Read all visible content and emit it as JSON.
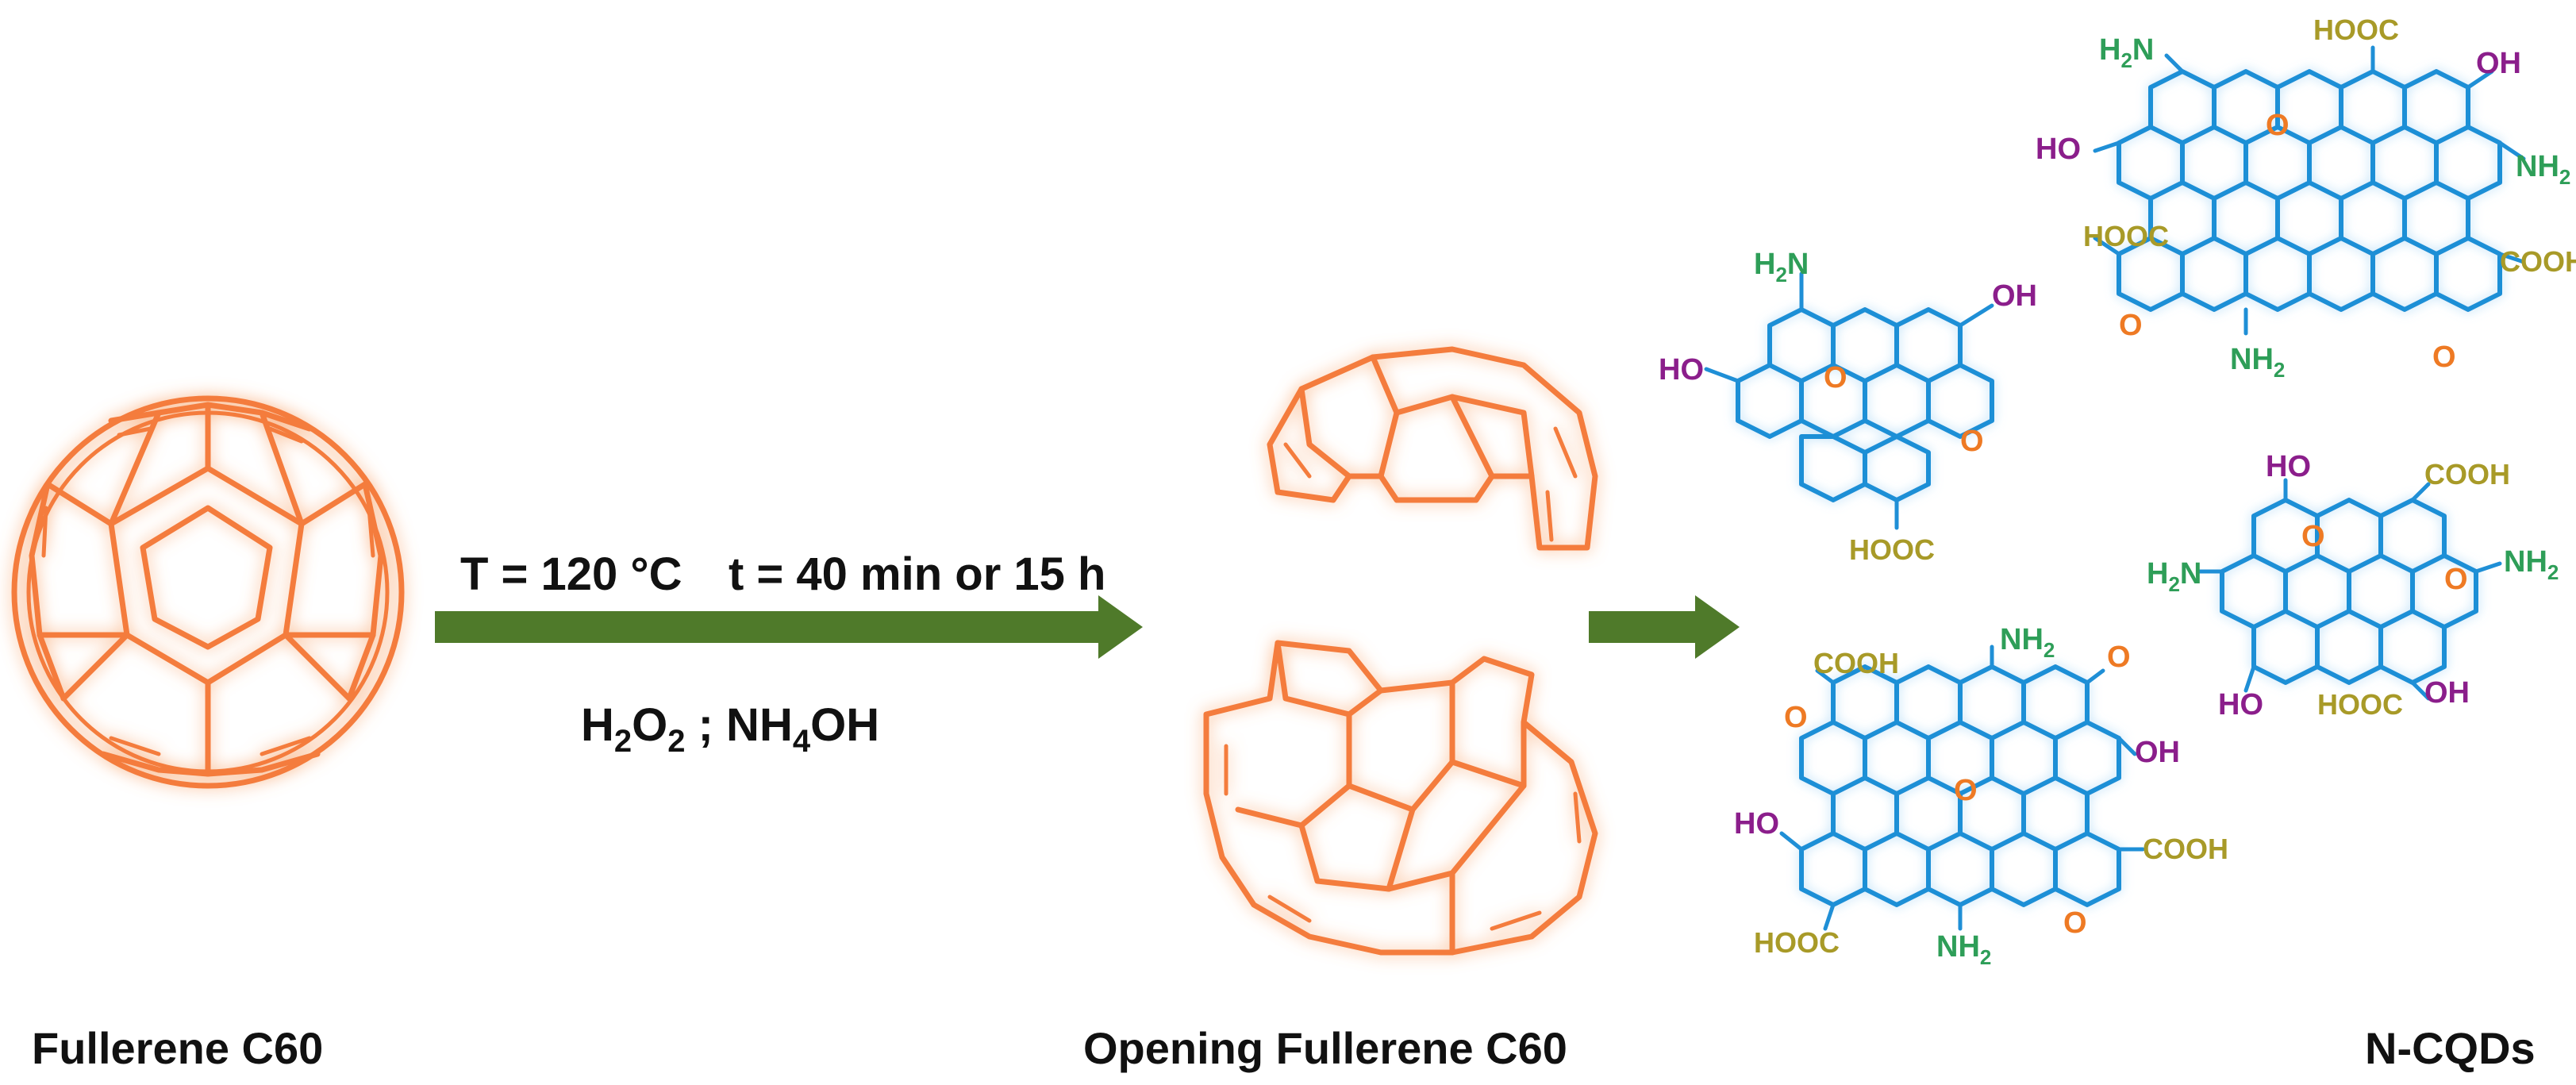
{
  "captions": {
    "left": "Fullerene C60",
    "middle": "Opening Fullerene C60",
    "right": "N-CQDs"
  },
  "conditions": {
    "temperature": "T = 120 °C",
    "time": "t = 40 min or 15 h",
    "reagents": {
      "h": "H",
      "two": "2",
      "o": "O",
      "sep": " ; NH",
      "four": "4",
      "oh": "OH"
    }
  },
  "groups": {
    "hooc": "HOOC",
    "cooh": "COOH",
    "oh": "OH",
    "ho": "HO",
    "o": "O",
    "h2n": {
      "main": "H",
      "sub": "2",
      "tail": "N"
    },
    "nh2": {
      "main": "NH",
      "sub": "2"
    }
  },
  "colors": {
    "fullerene": "#f47c3c",
    "glow": "#fbd0b3",
    "arrow": "#4f7a2a",
    "lattice": "#1f8fd6",
    "amine": "#2e9e58",
    "hydroxyl": "#8b1e8b",
    "carboxyl": "#a89a28",
    "epoxide": "#ee7a24"
  }
}
